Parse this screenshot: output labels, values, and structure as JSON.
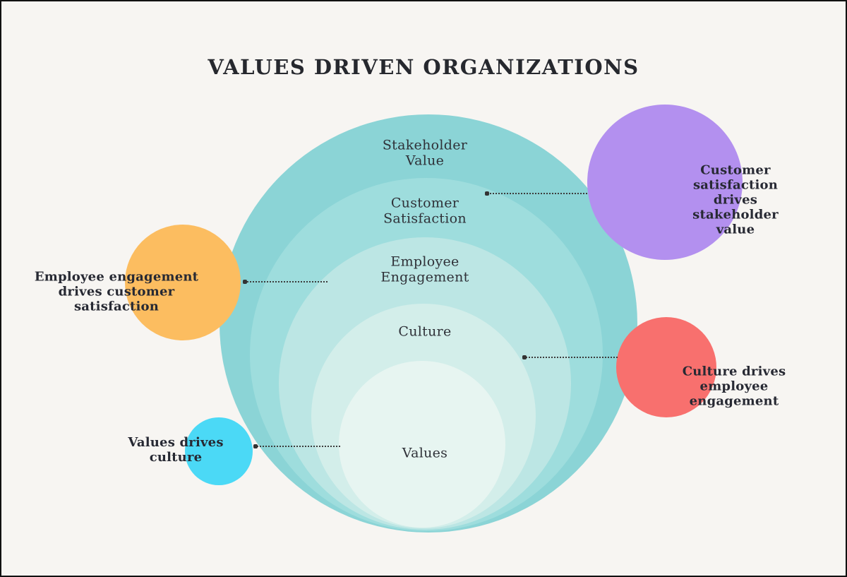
{
  "title": "VALUES DRIVEN ORGANIZATIONS",
  "rings": [
    {
      "label": "Stakeholder\nValue",
      "color": "#8bd4d6"
    },
    {
      "label": "Customer\nSatisfaction",
      "color": "#9edddd"
    },
    {
      "label": "Employee\nEngagement",
      "color": "#bce6e4"
    },
    {
      "label": "Culture",
      "color": "#d3eeea"
    },
    {
      "label": "Values",
      "color": "#e7f5f1"
    }
  ],
  "annotations": [
    {
      "name": "customer-satisfaction-drives-stakeholder-value",
      "text": "Customer satisfaction\ndrives stakeholder value",
      "bubble_color": "#b390ef"
    },
    {
      "name": "employee-engagement-drives-customer-satisfaction",
      "text": "Employee engagement\ndrives customer\nsatisfaction",
      "bubble_color": "#fcbd60"
    },
    {
      "name": "culture-drives-employee-engagement",
      "text": "Culture drives\nemployee\nengagement",
      "bubble_color": "#f8706e"
    },
    {
      "name": "values-drives-culture",
      "text": "Values drives\nculture",
      "bubble_color": "#4bd9f6"
    }
  ],
  "colors": {
    "background": "#f7f5f2",
    "text_dark": "#272933",
    "connector": "#3c3c3c"
  }
}
